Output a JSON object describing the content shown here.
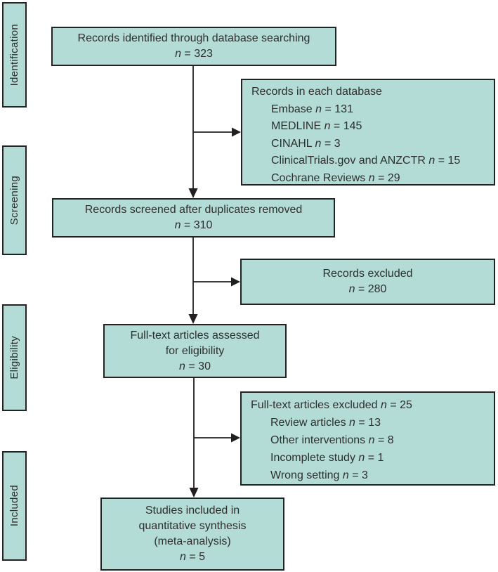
{
  "diagram": {
    "stages": [
      {
        "label": "Identification"
      },
      {
        "label": "Screening"
      },
      {
        "label": "Eligibility"
      },
      {
        "label": "Included"
      }
    ],
    "boxes": {
      "identified": {
        "line1": "Records identified through database searching",
        "n": "n",
        "n_rest": " = 323"
      },
      "databases": {
        "title": "Records in each database",
        "items": [
          {
            "text": "Embase ",
            "n": "n",
            "n_rest": " = 131"
          },
          {
            "text": "MEDLINE ",
            "n": "n",
            "n_rest": " = 145"
          },
          {
            "text": "CINAHL ",
            "n": "n",
            "n_rest": " = 3"
          },
          {
            "text": "ClinicalTrials.gov and ANZCTR ",
            "n": "n",
            "n_rest": " = 15"
          },
          {
            "text": "Cochrane Reviews ",
            "n": "n",
            "n_rest": " = 29"
          }
        ]
      },
      "screened": {
        "line1": "Records screened after duplicates removed",
        "n": "n",
        "n_rest": " = 310"
      },
      "records_excluded": {
        "line1": "Records excluded",
        "n": "n",
        "n_rest": " = 280"
      },
      "fulltext_assessed": {
        "line1": "Full-text articles assessed",
        "line2": "for eligibility",
        "n": "n",
        "n_rest": " = 30"
      },
      "fulltext_excluded": {
        "title_text": "Full-text articles excluded ",
        "title_n": "n",
        "title_n_rest": " = 25",
        "items": [
          {
            "text": "Review articles ",
            "n": "n",
            "n_rest": " = 13"
          },
          {
            "text": "Other interventions ",
            "n": "n",
            "n_rest": " = 8"
          },
          {
            "text": "Incomplete study ",
            "n": "n",
            "n_rest": " = 1"
          },
          {
            "text": "Wrong setting ",
            "n": "n",
            "n_rest": " = 3"
          }
        ]
      },
      "studies_included": {
        "line1": "Studies included in",
        "line2": "quantitative synthesis",
        "line3": "(meta-analysis)",
        "n": "n",
        "n_rest": " = 5"
      }
    },
    "colors": {
      "box_fill": "#b3dcd7",
      "box_border": "#232323",
      "text": "#2e2e2e",
      "arrow": "#231f20"
    }
  }
}
